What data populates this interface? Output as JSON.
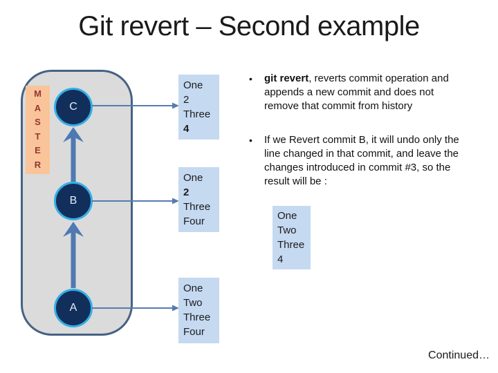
{
  "title": "Git revert – Second example",
  "colors": {
    "accent_blue": "#4E79B2",
    "container_fill": "#DBDBDB",
    "container_border": "#456284",
    "commit_fill": "#122F5C",
    "commit_ring": "#36AEE4",
    "branch_label_bg": "#F9C499",
    "branch_label_text": "#943634",
    "file_box_bg": "#C5D9F1"
  },
  "diagram": {
    "branch_label": "M\nA\nS\nT\nE\nR",
    "commits": [
      {
        "id": "C"
      },
      {
        "id": "B"
      },
      {
        "id": "A"
      }
    ],
    "file_boxes": [
      {
        "lines": [
          {
            "text": "One",
            "bold": false
          },
          {
            "text": "2",
            "bold": false
          },
          {
            "text": "Three",
            "bold": false
          },
          {
            "text": "4",
            "bold": true
          }
        ]
      },
      {
        "lines": [
          {
            "text": "One",
            "bold": false
          },
          {
            "text": "2",
            "bold": true
          },
          {
            "text": "Three",
            "bold": false
          },
          {
            "text": "Four",
            "bold": false
          }
        ]
      },
      {
        "lines": [
          {
            "text": "One",
            "bold": false
          },
          {
            "text": "Two",
            "bold": false
          },
          {
            "text": "Three",
            "bold": false
          },
          {
            "text": "Four",
            "bold": false
          }
        ]
      }
    ]
  },
  "notes": {
    "bullet_char": "•",
    "bullets": [
      {
        "lead": "git revert",
        "rest": ", reverts commit operation and appends a new commit and does not remove that commit from history"
      },
      {
        "lead": "",
        "rest": "If we Revert commit B, it will undo only the line changed in that commit, and leave the changes introduced in commit #3, so the result will be :"
      }
    ],
    "result_box": {
      "lines": [
        {
          "text": "One"
        },
        {
          "text": "Two"
        },
        {
          "text": "Three"
        },
        {
          "text": "4"
        }
      ]
    }
  },
  "footer": {
    "continued_label": "Continued…"
  }
}
